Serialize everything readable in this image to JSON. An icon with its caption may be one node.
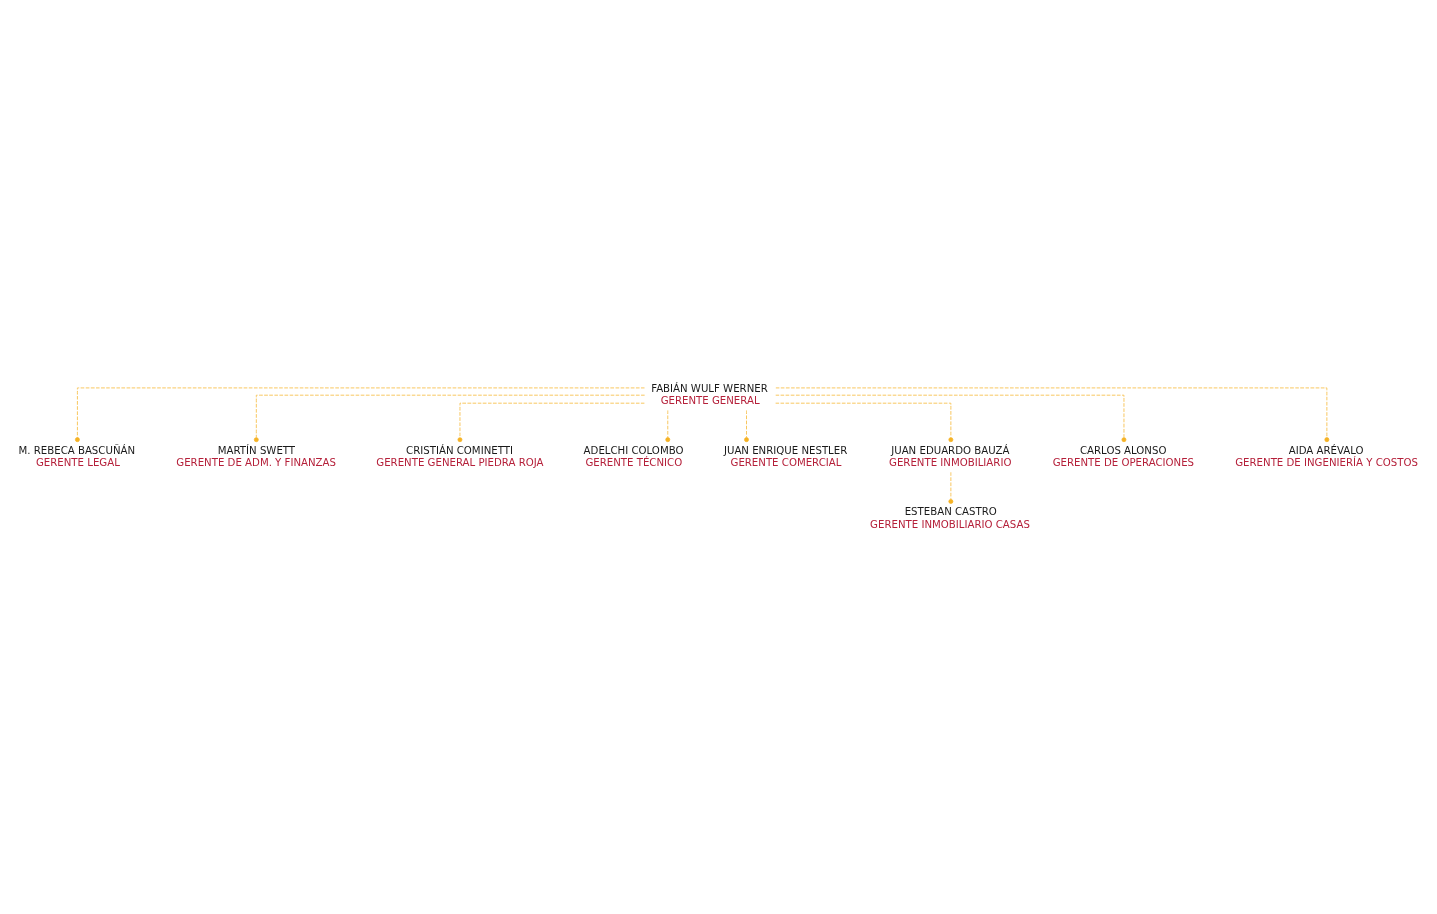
{
  "diagram": {
    "nodes": [
      {
        "text": [
          "FABIÁN WULF WERNER",
          "GERENTE GENERAL"
        ]
      },
      {
        "text": [
          "M. REBECA BASCUÑÁN",
          "GERENTE LEGAL"
        ]
      },
      {
        "text": [
          "MARTÍN SWETT",
          "GERENTE DE ADM. Y FINANZAS"
        ]
      },
      {
        "text": [
          "CRISTIÁN COMINETTI",
          "GERENTE GENERAL PIEDRA ROJA"
        ]
      },
      {
        "text": [
          "ADELCHI COLOMBO",
          "GERENTE TÉCNICO"
        ]
      },
      {
        "text": [
          "JUAN ENRIQUE NESTLER",
          "GERENTE COMERCIAL"
        ]
      },
      {
        "text": [
          "JUAN EDUARDO BAUZÁ",
          "GERENTE INMOBILIARIO"
        ]
      },
      {
        "text": [
          "CARLOS ALONSO",
          "GERENTE DE OPERACIONES"
        ]
      },
      {
        "text": [
          "AIDA ARÉVALO",
          "GERENTE DE INGENIERÍA Y COSTOS"
        ]
      },
      {
        "text": [
          "ESTEBAN CASTRO",
          "GERENTE INMOBILIARIO CASAS"
        ]
      }
    ],
    "edges": [
      {
        "from": 0,
        "to": 1,
        "arrow": "other",
        "style": "dashed"
      },
      {
        "from": 0,
        "to": 2,
        "arrow": "other",
        "style": "dashed"
      },
      {
        "from": 0,
        "to": 3,
        "arrow": "other",
        "style": "dashed"
      },
      {
        "from": 0,
        "to": 4,
        "arrow": "other",
        "style": "dashed"
      },
      {
        "from": 0,
        "to": 5,
        "arrow": "other",
        "style": "dashed"
      },
      {
        "from": 0,
        "to": 6,
        "arrow": "other",
        "style": "dashed"
      },
      {
        "from": 0,
        "to": 7,
        "arrow": "other",
        "style": "dashed"
      },
      {
        "from": 0,
        "to": 8,
        "arrow": "other",
        "style": "dashed"
      },
      {
        "from": 6,
        "to": 9,
        "arrow": "other",
        "style": "dashed"
      }
    ]
  }
}
